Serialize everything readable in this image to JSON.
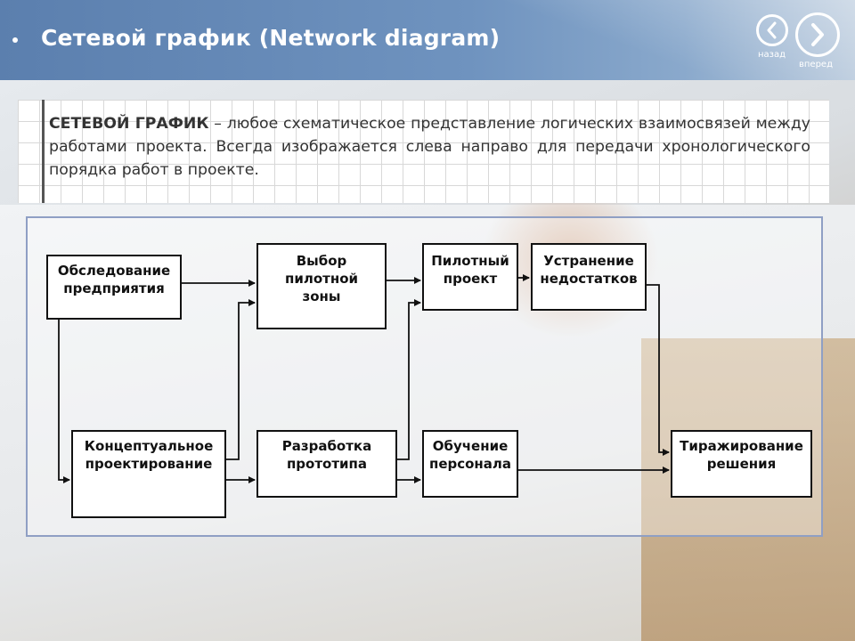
{
  "header": {
    "title": "Сетевой график (Network diagram)",
    "nav_back_label": "назад",
    "nav_forward_label": "вперед"
  },
  "definition": {
    "term": "СЕТЕВОЙ ГРАФИК",
    "text": " – любое схематическое представление логических взаимосвязей между работами проекта. Всегда изображается слева направо для передачи хронологического порядка работ в проекте."
  },
  "diagram": {
    "nodes": {
      "survey": "Обследование предприятия",
      "pilot_zone": "Выбор пилотной зоны",
      "pilot_project": "Пилотный проект",
      "fix_defects": "Устранение недостатков",
      "concept_design": "Концептуальное проектирование",
      "prototype": "Разработка прототипа",
      "training": "Обучение персонала",
      "rollout": "Тиражирование решения"
    },
    "edges": [
      {
        "from": "survey",
        "to": "pilot_zone"
      },
      {
        "from": "survey",
        "to": "concept_design"
      },
      {
        "from": "concept_design",
        "to": "pilot_zone"
      },
      {
        "from": "concept_design",
        "to": "prototype"
      },
      {
        "from": "pilot_zone",
        "to": "pilot_project"
      },
      {
        "from": "prototype",
        "to": "pilot_project"
      },
      {
        "from": "prototype",
        "to": "training"
      },
      {
        "from": "pilot_project",
        "to": "fix_defects"
      },
      {
        "from": "fix_defects",
        "to": "rollout"
      },
      {
        "from": "training",
        "to": "rollout"
      }
    ]
  }
}
